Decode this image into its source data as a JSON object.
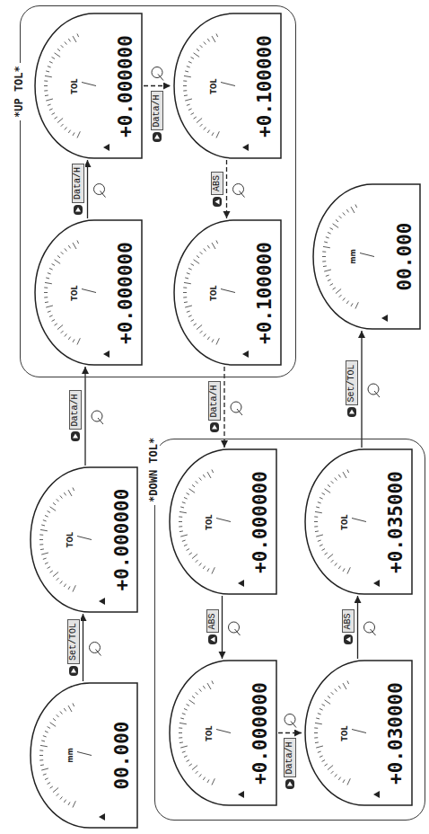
{
  "diagram": {
    "nodes": [
      {
        "text": [
          "00.000",
          "mm"
        ]
      },
      {
        "text": [
          "+0.000000",
          "TOL"
        ]
      },
      {
        "text": [
          "*UP TOL*"
        ]
      },
      {
        "text": [
          "+0.000000",
          "TOL"
        ],
        "in": 2
      },
      {
        "text": [
          "+0.000000",
          "TOL"
        ],
        "in": 2
      },
      {
        "text": [
          "+0.100000",
          "TOL"
        ],
        "in": 2
      },
      {
        "text": [
          "+0.100000",
          "TOL"
        ],
        "in": 2
      },
      {
        "text": [
          "*DOWN TOL*"
        ]
      },
      {
        "text": [
          "+0.000000",
          "TOL"
        ],
        "in": 7
      },
      {
        "text": [
          "+0.000000",
          "TOL"
        ],
        "in": 7
      },
      {
        "text": [
          "+0.030000",
          "TOL"
        ],
        "in": 7
      },
      {
        "text": [
          "+0.035000",
          "TOL"
        ],
        "in": 7
      },
      {
        "text": [
          "00.000",
          "mm"
        ]
      }
    ],
    "edges": [
      {
        "from": 0,
        "to": 1,
        "arrow": "to",
        "label": "Set/TOL"
      },
      {
        "from": 1,
        "to": 3,
        "arrow": "to",
        "label": "Data/H"
      },
      {
        "from": 3,
        "to": 4,
        "arrow": "to",
        "label": "Data/H"
      },
      {
        "from": 4,
        "to": 5,
        "arrow": "to",
        "label": "Data/H"
      },
      {
        "from": 5,
        "to": 6,
        "arrow": "to",
        "label": "ABS"
      },
      {
        "from": 6,
        "to": 8,
        "arrow": "to",
        "label": "Data/H"
      },
      {
        "from": 8,
        "to": 9,
        "arrow": "to",
        "label": "ABS"
      },
      {
        "from": 9,
        "to": 10,
        "arrow": "to",
        "label": "Data/H"
      },
      {
        "from": 10,
        "to": 11,
        "arrow": "to",
        "label": "ABS"
      },
      {
        "from": 11,
        "to": 12,
        "arrow": "to",
        "label": "Set/TOL"
      }
    ]
  }
}
